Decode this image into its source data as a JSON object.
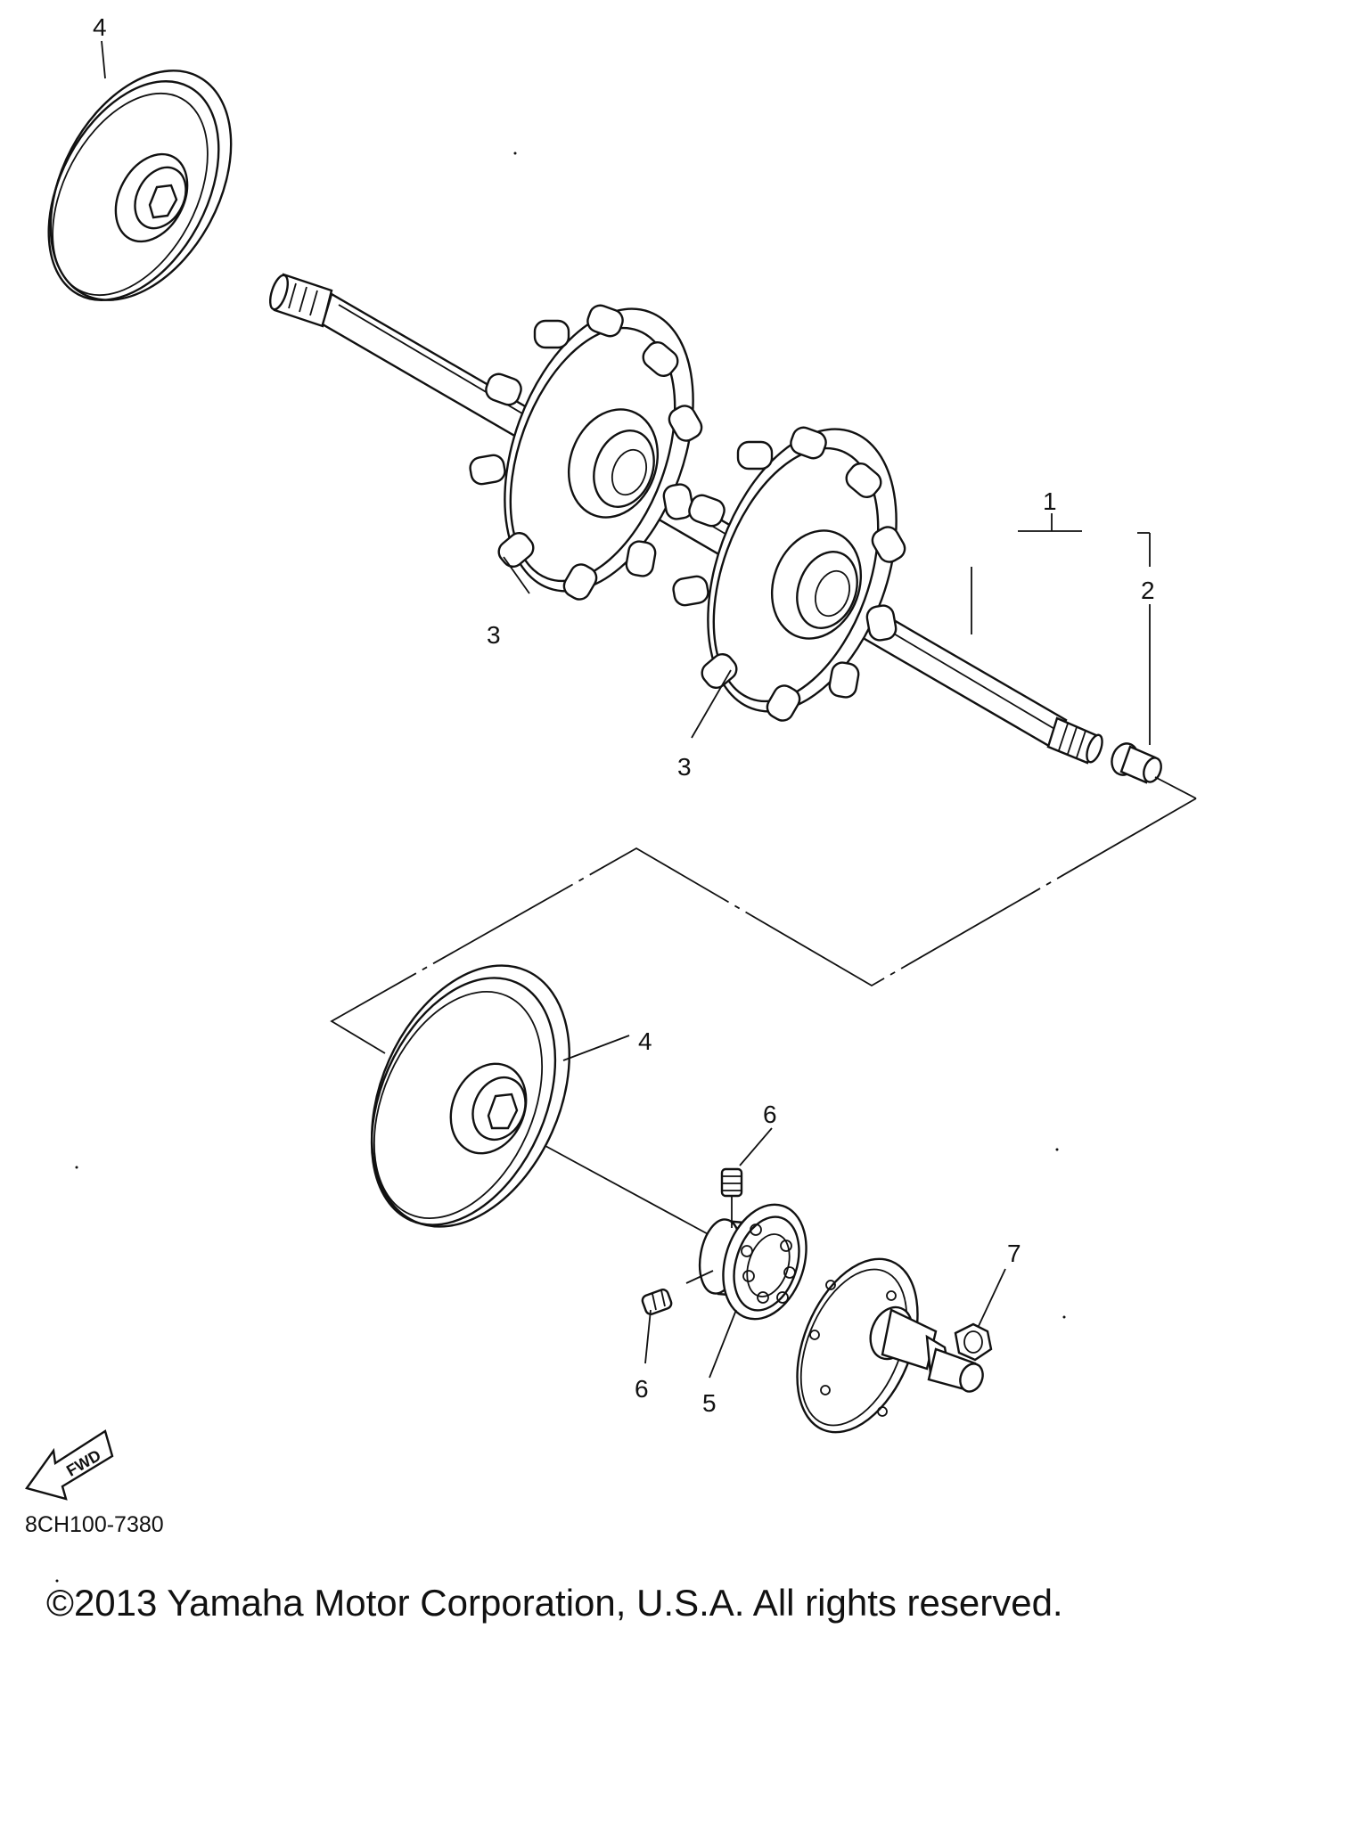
{
  "diagram": {
    "callouts": [
      {
        "id": "1",
        "label": "1"
      },
      {
        "id": "2",
        "label": "2"
      },
      {
        "id": "3a",
        "label": "3"
      },
      {
        "id": "3b",
        "label": "3"
      },
      {
        "id": "4a",
        "label": "4"
      },
      {
        "id": "4b",
        "label": "4"
      },
      {
        "id": "5",
        "label": "5"
      },
      {
        "id": "6a",
        "label": "6"
      },
      {
        "id": "6b",
        "label": "6"
      },
      {
        "id": "7",
        "label": "7"
      }
    ],
    "fwd_label": "FWD",
    "code": "8CH100-7380"
  },
  "footer": {
    "copyright": "©2013 Yamaha Motor Corporation, U.S.A. All rights reserved."
  },
  "colors": {
    "line": "#111111",
    "background": "#ffffff"
  }
}
